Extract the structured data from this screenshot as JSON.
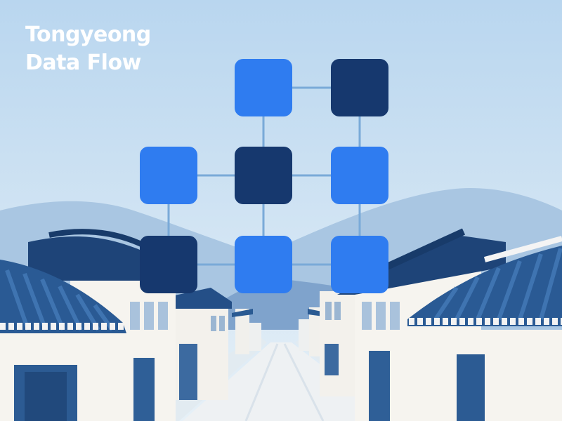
{
  "title": {
    "line1": "Tongyeong",
    "line2": "Data Flow"
  },
  "colors": {
    "sky_top": "#b9d6ef",
    "sky_bottom": "#e6f0f7",
    "mountain_far": "#a9c6e2",
    "mountain_near": "#7fa3cc",
    "node_bright": "#2f7cf0",
    "node_dark": "#16386e",
    "connector": "#7aaad8",
    "wall": "#f6f4ef",
    "roof": "#244f87",
    "road": "#eef1f3"
  },
  "network": {
    "nodes": [
      {
        "id": "n1",
        "tone": "bright",
        "icon": "square-node"
      },
      {
        "id": "n2",
        "tone": "dark",
        "icon": "square-node"
      },
      {
        "id": "n3",
        "tone": "bright",
        "icon": "square-node"
      },
      {
        "id": "n4",
        "tone": "dark",
        "icon": "square-node"
      },
      {
        "id": "n5",
        "tone": "bright",
        "icon": "square-node"
      },
      {
        "id": "n6",
        "tone": "dark",
        "icon": "square-node"
      },
      {
        "id": "n7",
        "tone": "bright",
        "icon": "square-node"
      },
      {
        "id": "n8",
        "tone": "bright",
        "icon": "square-node"
      }
    ],
    "edges": [
      [
        "n1",
        "n2"
      ],
      [
        "n1",
        "n4"
      ],
      [
        "n2",
        "n5"
      ],
      [
        "n3",
        "n4"
      ],
      [
        "n4",
        "n5"
      ],
      [
        "n3",
        "n6"
      ],
      [
        "n4",
        "n7"
      ],
      [
        "n5",
        "n8"
      ],
      [
        "n6",
        "n7"
      ],
      [
        "n7",
        "n8"
      ]
    ]
  }
}
